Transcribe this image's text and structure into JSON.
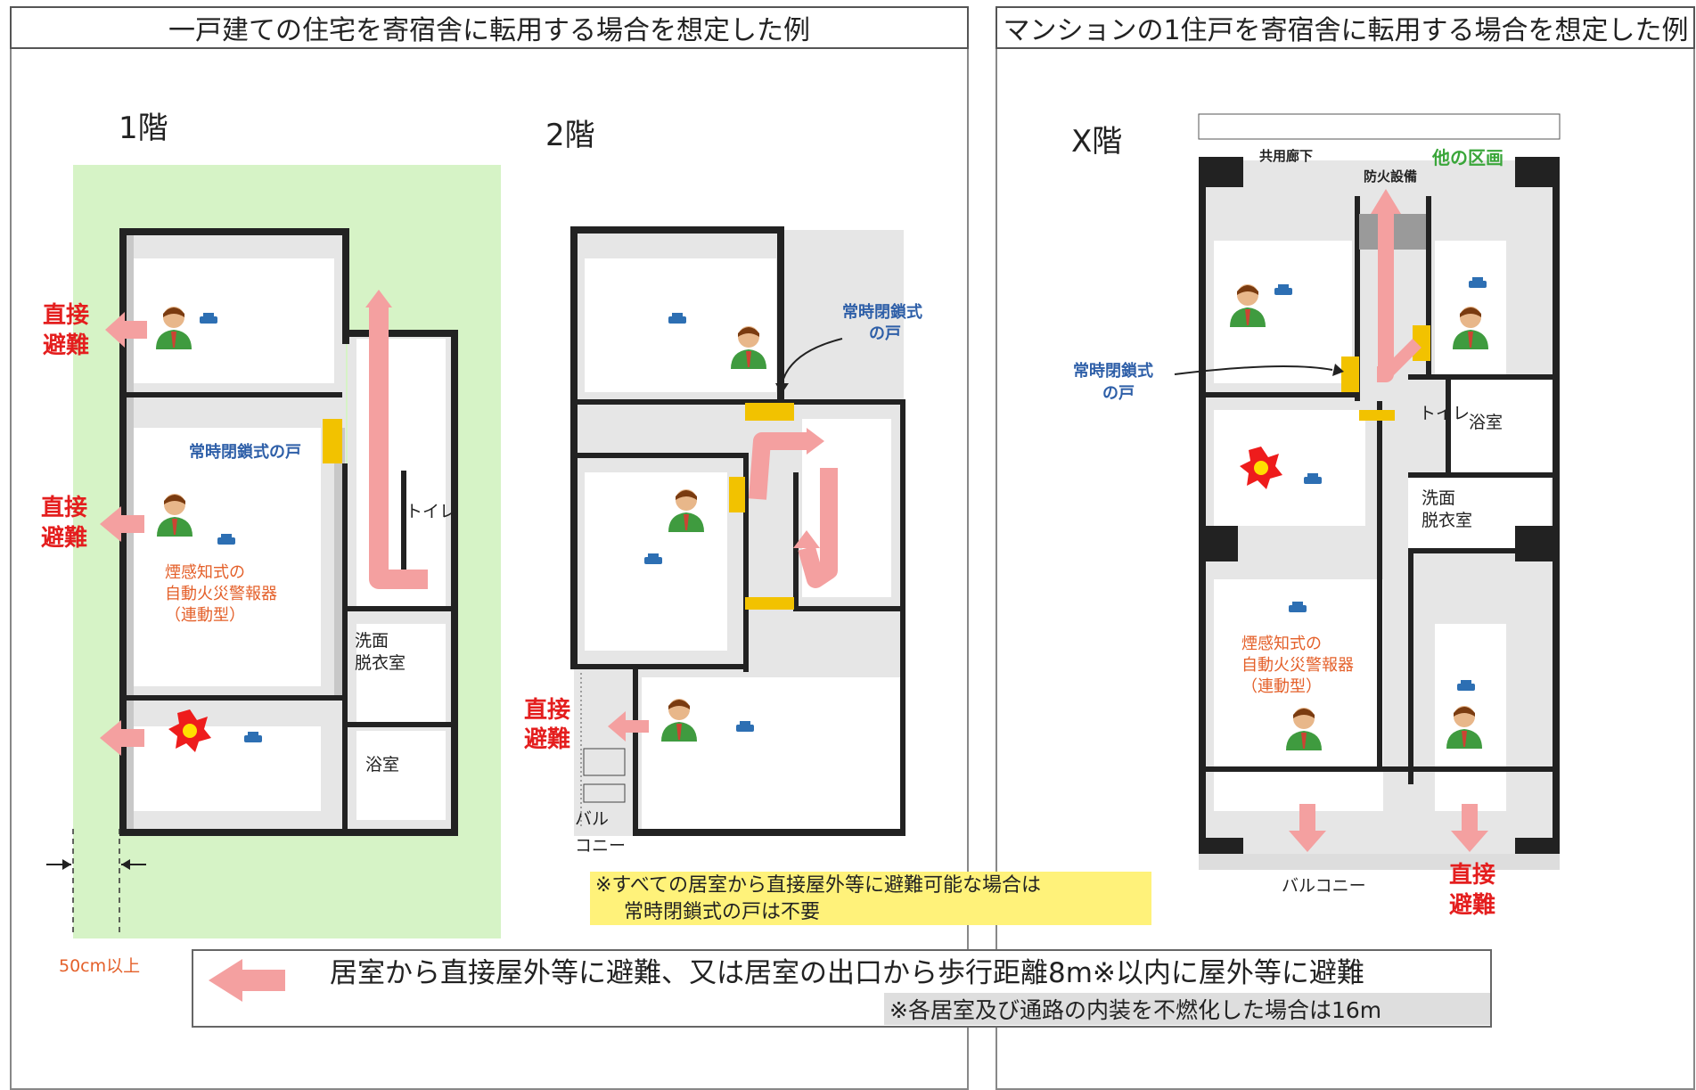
{
  "left_panel": {
    "title": "一戸建ての住宅を寄宿舎に転用する場合を想定した例",
    "floor1": {
      "label": "1階",
      "door_label": "常時閉鎖式の戸",
      "alarm_label": [
        "煙感知式の",
        "自動火災警報器",
        "（連動型）"
      ],
      "rooms": {
        "toilet": "トイレ",
        "washroom": [
          "洗面",
          "脱衣室"
        ],
        "bath": "浴室"
      },
      "exit_labels": [
        [
          "直接",
          "避難"
        ],
        [
          "直接",
          "避難"
        ]
      ]
    },
    "floor2": {
      "label": "2階",
      "door_label": [
        "常時閉鎖式",
        "の戸"
      ],
      "balcony_label": [
        "バル",
        "コニー"
      ],
      "exit_label": [
        "直接",
        "避難"
      ]
    },
    "dimension_label": "50cm以上"
  },
  "right_panel": {
    "title": "マンションの1住戸を寄宿舎に転用する場合を想定した例",
    "floor_label": "X階",
    "corridor_label": "共用廊下",
    "fire_equipment_label": "防火設備",
    "other_section_label": "他の区画",
    "door_label": [
      "常時閉鎖式",
      "の戸"
    ],
    "rooms": {
      "toilet": "トイレ",
      "bath": "浴室",
      "washroom": [
        "洗面",
        "脱衣室"
      ]
    },
    "alarm_label": [
      "煙感知式の",
      "自動火災警報器",
      "（連動型）"
    ],
    "balcony_label": "バルコニー",
    "exit_label": [
      "直接",
      "避難"
    ]
  },
  "note": {
    "lines": [
      "※すべての居室から直接屋外等に避難可能な場合は",
      "常時閉鎖式の戸は不要"
    ]
  },
  "legend": {
    "main": "居室から直接屋外等に避難、又は居室の出口から歩行距離8m※以内に屋外等に避難",
    "sub": "※各居室及び通路の内装を不燃化した場合は16m"
  },
  "colors": {
    "arrow": "#f4a0a0",
    "door": "#f2c200",
    "yard": "#d6f3c6",
    "note_bg": "#fff27a",
    "fire": "#ee1c1c"
  }
}
